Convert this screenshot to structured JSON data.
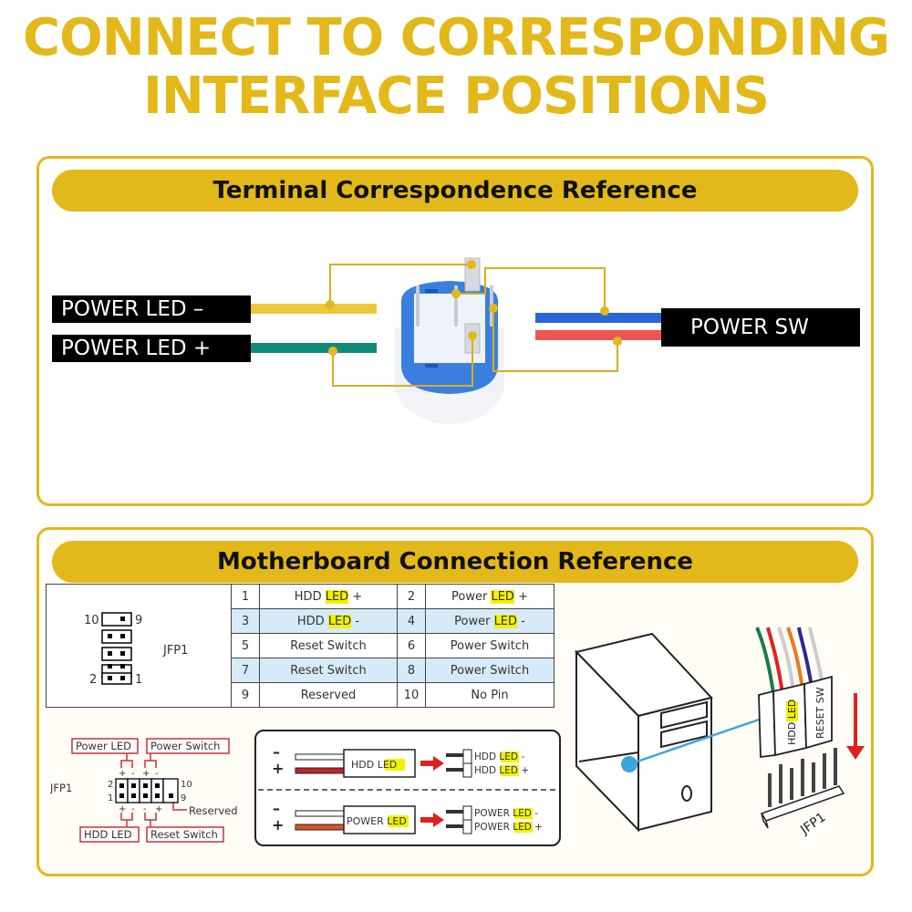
{
  "header": {
    "line1": "CONNECT TO CORRESPONDING",
    "line2": "INTERFACE POSITIONS"
  },
  "colors": {
    "accent": "#E3B81A",
    "led_minus_wire": "#EBC93A",
    "led_plus_wire": "#128A78",
    "sw_wire_1": "#2A66D8",
    "sw_wire_2": "#EE5555",
    "table_alt_row": "#D6EBF7",
    "highlight": "#F1F200",
    "label_red": "#C8323A"
  },
  "terminal_section": {
    "title": "Terminal Correspondence Reference",
    "labels": {
      "led_minus": "POWER LED –",
      "led_plus": "POWER LED +",
      "power_sw": "POWER SW"
    }
  },
  "motherboard_section": {
    "title": "Motherboard Connection Reference",
    "header_name": "JFP1",
    "header_pin_labels": {
      "top_left": "10",
      "top_right": "9",
      "bottom_left": "2",
      "bottom_right": "1"
    },
    "pin_table": [
      {
        "pin_a": "1",
        "label_a": "HDD ",
        "hl_a": "LED",
        "suffix_a": " +",
        "pin_b": "2",
        "label_b": "Power ",
        "hl_b": "LED",
        "suffix_b": " +"
      },
      {
        "pin_a": "3",
        "label_a": "HDD ",
        "hl_a": "LED",
        "suffix_a": " -",
        "pin_b": "4",
        "label_b": "Power ",
        "hl_b": "LED",
        "suffix_b": " -"
      },
      {
        "pin_a": "5",
        "label_a": "Reset Switch",
        "hl_a": "",
        "suffix_a": "",
        "pin_b": "6",
        "label_b": "Power Switch",
        "hl_b": "",
        "suffix_b": ""
      },
      {
        "pin_a": "7",
        "label_a": "Reset Switch",
        "hl_a": "",
        "suffix_a": "",
        "pin_b": "8",
        "label_b": "Power Switch",
        "hl_b": "",
        "suffix_b": ""
      },
      {
        "pin_a": "9",
        "label_a": "Reserved",
        "hl_a": "",
        "suffix_a": "",
        "pin_b": "10",
        "label_b": "No Pin",
        "hl_b": "",
        "suffix_b": ""
      }
    ],
    "layout_diagram": {
      "header_name": "JFP1",
      "top_labels": [
        "Power LED",
        "Power Switch"
      ],
      "bottom_labels": [
        "HDD LED",
        "Reset Switch"
      ],
      "reserved_label": "Reserved",
      "pin_numbers": {
        "top_left": "2",
        "bottom_left": "1",
        "top_right": "10",
        "bottom_right": "9"
      },
      "polarity_top": [
        "+",
        "-",
        "+",
        "-"
      ],
      "polarity_bottom": [
        "+",
        "-",
        "-",
        "+"
      ]
    },
    "connector_guide": {
      "rows": [
        {
          "minus": "–",
          "plus": "+",
          "box_prefix": "HDD ",
          "box_hl": "LED",
          "pin_minus_prefix": "HDD ",
          "pin_minus_suffix": " -",
          "pin_plus_prefix": "HDD ",
          "pin_plus_suffix": " +",
          "hl": "LED"
        },
        {
          "minus": "–",
          "plus": "+",
          "box_prefix": "POWER ",
          "box_hl": "LED",
          "pin_minus_prefix": "POWER ",
          "pin_minus_suffix": " -",
          "pin_plus_prefix": "POWER ",
          "pin_plus_suffix": " +",
          "hl": "LED"
        }
      ]
    },
    "illustration": {
      "connector_label_1_prefix": "HDD ",
      "connector_label_1_hl": "LED",
      "connector_label_2": "RESET SW",
      "header_label": "JFP1"
    }
  }
}
